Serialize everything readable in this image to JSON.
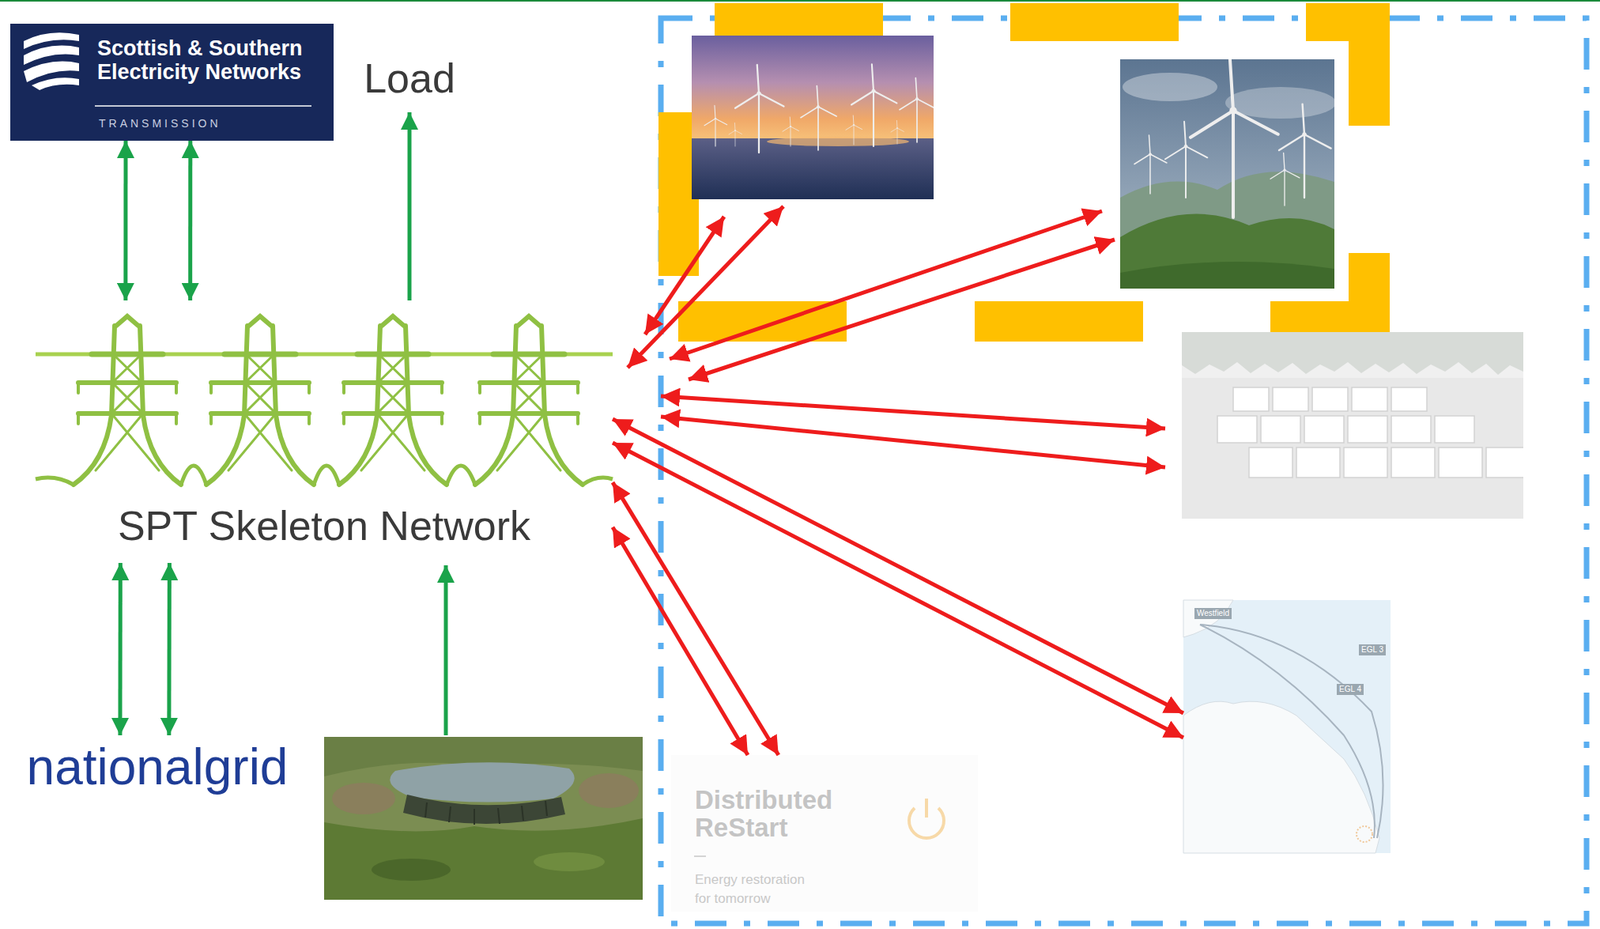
{
  "diagram": {
    "nodes": [
      {
        "text": [
          "Scottish & Southern Electricity Networks",
          "TRANSMISSION"
        ]
      },
      {
        "text": [
          "Load"
        ]
      },
      {
        "text": [
          "SPT Skeleton Network"
        ]
      },
      {
        "text": [
          "nationalgrid"
        ]
      },
      {
        "text": [
          "Distributed ReStart",
          "Energy restoration for tomorrow"
        ]
      },
      {
        "text": [
          "Westfield",
          "EGL 3",
          "EGL 4"
        ]
      }
    ],
    "edges": [
      {
        "from": 2,
        "to": 0,
        "arrow": "both"
      },
      {
        "from": 2,
        "to": 0,
        "arrow": "both"
      },
      {
        "from": 2,
        "to": 1,
        "arrow": "to"
      },
      {
        "from": 2,
        "to": 3,
        "arrow": "both"
      },
      {
        "from": 2,
        "to": 3,
        "arrow": "both"
      },
      {
        "from": 2,
        "to": 4,
        "arrow": "both"
      },
      {
        "from": 2,
        "to": 4,
        "arrow": "both"
      },
      {
        "from": 2,
        "to": 5,
        "arrow": "both"
      },
      {
        "from": 2,
        "to": 5,
        "arrow": "both"
      }
    ]
  }
}
